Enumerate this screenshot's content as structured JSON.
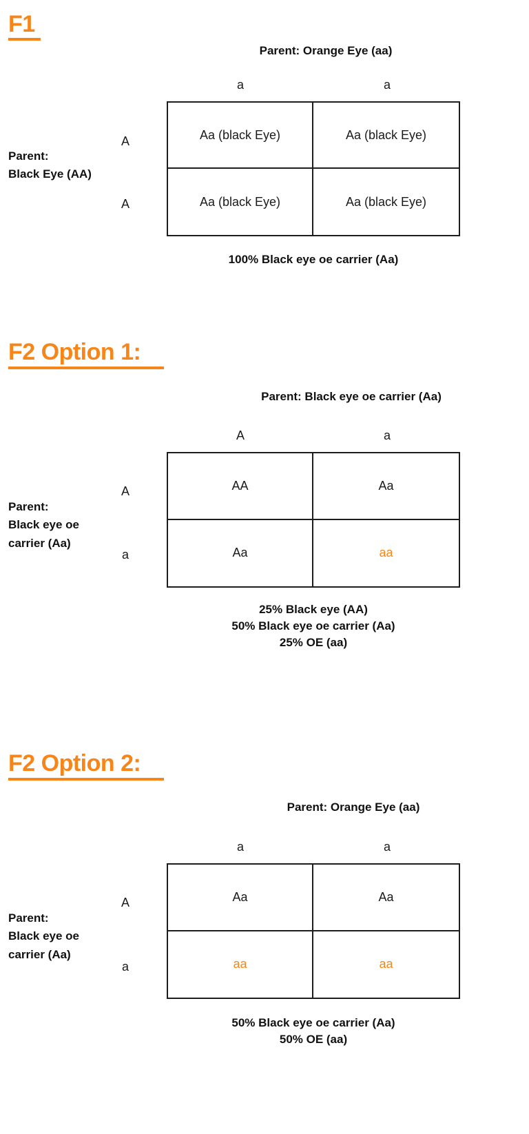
{
  "theme": {
    "accent_orange": "#F7861A",
    "text_black": "#1a1a1a",
    "border_black": "#1d1d1d",
    "background": "#ffffff"
  },
  "sections": [
    {
      "heading": "F1",
      "top_parent": "Parent: Orange Eye (aa)",
      "col_alleles": [
        "a",
        "a"
      ],
      "left_parent": "Parent:\nBlack Eye (AA)",
      "left_parent_line1": "Parent:",
      "left_parent_line2": "Black Eye (AA)",
      "left_parent_line3": "",
      "row_alleles": [
        "A",
        "A"
      ],
      "cells": [
        {
          "text": "Aa (black Eye)",
          "recessive": false
        },
        {
          "text": "Aa (black Eye)",
          "recessive": false
        },
        {
          "text": "Aa (black Eye)",
          "recessive": false
        },
        {
          "text": "Aa (black Eye)",
          "recessive": false
        }
      ],
      "results": [
        "100% Black eye oe carrier (Aa)"
      ]
    },
    {
      "heading": "F2 Option 1:",
      "top_parent": "Parent: Black eye oe carrier (Aa)",
      "col_alleles": [
        "A",
        "a"
      ],
      "left_parent_line1": "Parent:",
      "left_parent_line2": "Black eye oe",
      "left_parent_line3": "carrier (Aa)",
      "row_alleles": [
        "A",
        "a"
      ],
      "cells": [
        {
          "text": "AA",
          "recessive": false
        },
        {
          "text": "Aa",
          "recessive": false
        },
        {
          "text": "Aa",
          "recessive": false
        },
        {
          "text": "aa",
          "recessive": true
        }
      ],
      "results": [
        "25% Black eye (AA)",
        "50% Black eye oe carrier (Aa)",
        "25% OE (aa)"
      ]
    },
    {
      "heading": "F2 Option 2:",
      "top_parent": "Parent: Orange Eye (aa)",
      "col_alleles": [
        "a",
        "a"
      ],
      "left_parent_line1": "Parent:",
      "left_parent_line2": "Black eye oe",
      "left_parent_line3": "carrier (Aa)",
      "row_alleles": [
        "A",
        "a"
      ],
      "cells": [
        {
          "text": "Aa",
          "recessive": false
        },
        {
          "text": "Aa",
          "recessive": false
        },
        {
          "text": "aa",
          "recessive": true
        },
        {
          "text": "aa",
          "recessive": true
        }
      ],
      "results": [
        "50% Black eye oe carrier (Aa)",
        "50% OE (aa)"
      ]
    }
  ]
}
